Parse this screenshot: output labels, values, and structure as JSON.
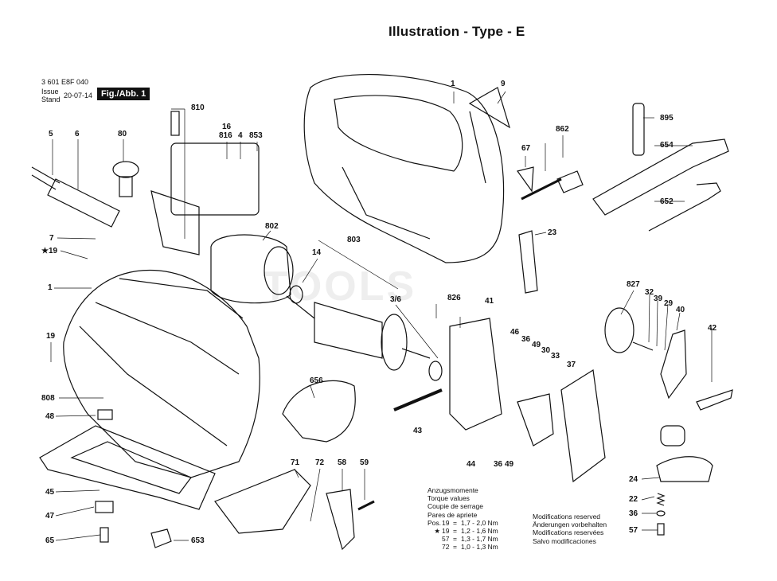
{
  "title": "Illustration - Type - E",
  "meta": {
    "part_number": "3 601 E8F 040",
    "issue_label": "Issue",
    "stand_label": "Stand",
    "date": "20-07-14",
    "figure": "Fig./Abb. 1"
  },
  "watermark": "TOOLS",
  "part_labels": [
    "5",
    "6",
    "80",
    "810",
    "16",
    "816",
    "4",
    "853",
    "7",
    "★19",
    "1",
    "19",
    "808",
    "48",
    "45",
    "47",
    "65",
    "653",
    "802",
    "14",
    "803",
    "3/6",
    "656",
    "826",
    "41",
    "46",
    "36",
    "49",
    "30",
    "33",
    "37",
    "43",
    "44",
    "36",
    "49",
    "71",
    "72",
    "58",
    "59",
    "1",
    "9",
    "862",
    "67",
    "895",
    "654",
    "652",
    "23",
    "827",
    "32",
    "39",
    "29",
    "40",
    "42",
    "24",
    "22",
    "36",
    "57"
  ],
  "torque": {
    "lines": [
      "Anzugsmomente",
      "Torque values",
      "Coupie de serrage",
      "Pares de apriete"
    ],
    "rows": [
      {
        "prefix": "Pos.",
        "pos": "19",
        "eq": "=",
        "value": "1,7 - 2,0 Nm"
      },
      {
        "prefix": "★",
        "pos": "19",
        "eq": "=",
        "value": "1,2 - 1,6 Nm"
      },
      {
        "prefix": "",
        "pos": "57",
        "eq": "=",
        "value": "1,3 - 1,7 Nm"
      },
      {
        "prefix": "",
        "pos": "72",
        "eq": "=",
        "value": "1,0 - 1,3 Nm"
      }
    ]
  },
  "modifications": [
    "Modifications reserved",
    "Änderungen vorbehalten",
    "Modifications reservées",
    "Salvo modificaciones"
  ]
}
